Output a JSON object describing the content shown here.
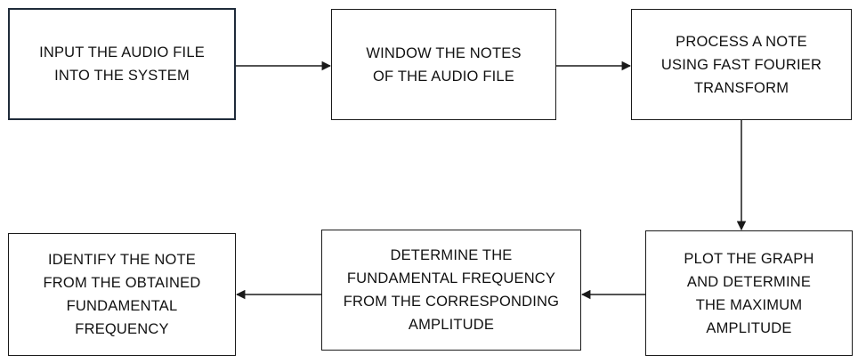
{
  "diagram": {
    "nodes": [
      {
        "id": "input-audio",
        "text": "INPUT THE AUDIO FILE\nINTO THE SYSTEM"
      },
      {
        "id": "window-notes",
        "text": "WINDOW THE NOTES\nOF THE AUDIO FILE"
      },
      {
        "id": "process-fft",
        "text": "PROCESS A NOTE\nUSING FAST FOURIER\nTRANSFORM"
      },
      {
        "id": "plot-graph",
        "text": "PLOT THE GRAPH\nAND DETERMINE\nTHE MAXIMUM\nAMPLITUDE"
      },
      {
        "id": "determine-frequency",
        "text": "DETERMINE THE\nFUNDAMENTAL FREQUENCY\nFROM THE CORRESPONDING\nAMPLITUDE"
      },
      {
        "id": "identify-note",
        "text": "IDENTIFY THE NOTE\nFROM THE OBTAINED\nFUNDAMENTAL\nFREQUENCY"
      }
    ],
    "edges": [
      {
        "from": "input-audio",
        "to": "window-notes"
      },
      {
        "from": "window-notes",
        "to": "process-fft"
      },
      {
        "from": "process-fft",
        "to": "plot-graph"
      },
      {
        "from": "plot-graph",
        "to": "determine-frequency"
      },
      {
        "from": "determine-frequency",
        "to": "identify-note"
      }
    ],
    "colors": {
      "stroke": "#1a1a1a",
      "first_box_border": "#1f2b3a",
      "background": "#ffffff"
    }
  }
}
